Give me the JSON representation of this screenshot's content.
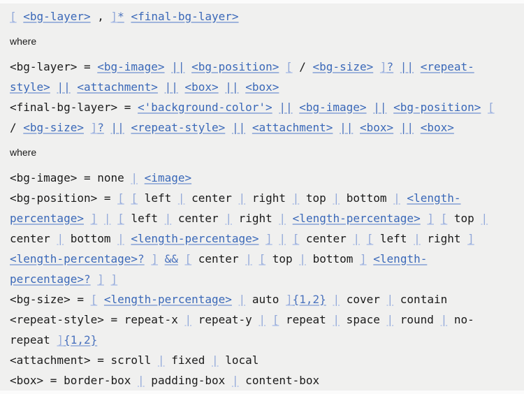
{
  "colors": {
    "page_background": "#f0f0ef",
    "plain_text": "#1a1a1a",
    "type_link": "#3a68b8",
    "multiplier_link": "#4a72bd",
    "bracket_link": "#93a9d9"
  },
  "sections": [
    {
      "kind": "code",
      "name": "top-syntax",
      "lines": [
        [
          [
            "s",
            "["
          ],
          [
            "t",
            " "
          ],
          [
            "a",
            "<bg-layer>"
          ],
          [
            "t",
            " , "
          ],
          [
            "s",
            "]"
          ],
          [
            "k",
            "*"
          ],
          [
            "t",
            " "
          ],
          [
            "a",
            "<final-bg-layer>"
          ]
        ]
      ]
    },
    {
      "kind": "where",
      "text": "where"
    },
    {
      "kind": "code",
      "name": "layer-definitions",
      "lines": [
        [
          [
            "t",
            "<bg-layer> = "
          ],
          [
            "a",
            "<bg-image>"
          ],
          [
            "t",
            " "
          ],
          [
            "k",
            "||"
          ],
          [
            "t",
            " "
          ],
          [
            "a",
            "<bg-position>"
          ],
          [
            "t",
            " "
          ],
          [
            "s",
            "["
          ],
          [
            "t",
            " / "
          ],
          [
            "a",
            "<bg-size>"
          ],
          [
            "t",
            " "
          ],
          [
            "s",
            "]"
          ],
          [
            "k",
            "?"
          ],
          [
            "t",
            " "
          ],
          [
            "k",
            "||"
          ],
          [
            "t",
            " "
          ],
          [
            "a",
            "<repeat-style>"
          ],
          [
            "t",
            " "
          ],
          [
            "k",
            "||"
          ],
          [
            "t",
            " "
          ],
          [
            "a",
            "<attachment>"
          ],
          [
            "t",
            " "
          ],
          [
            "k",
            "||"
          ],
          [
            "t",
            " "
          ],
          [
            "a",
            "<box>"
          ],
          [
            "t",
            " "
          ],
          [
            "k",
            "||"
          ],
          [
            "t",
            " "
          ],
          [
            "a",
            "<box>"
          ]
        ],
        [
          [
            "t",
            "<final-bg-layer> = "
          ],
          [
            "a",
            "<'background-color'>"
          ],
          [
            "t",
            " "
          ],
          [
            "k",
            "||"
          ],
          [
            "t",
            " "
          ],
          [
            "a",
            "<bg-image>"
          ],
          [
            "t",
            " "
          ],
          [
            "k",
            "||"
          ],
          [
            "t",
            " "
          ],
          [
            "a",
            "<bg-position>"
          ],
          [
            "t",
            " "
          ],
          [
            "s",
            "["
          ],
          [
            "t",
            " / "
          ],
          [
            "a",
            "<bg-size>"
          ],
          [
            "t",
            " "
          ],
          [
            "s",
            "]"
          ],
          [
            "k",
            "?"
          ],
          [
            "t",
            " "
          ],
          [
            "k",
            "||"
          ],
          [
            "t",
            " "
          ],
          [
            "a",
            "<repeat-style>"
          ],
          [
            "t",
            " "
          ],
          [
            "k",
            "||"
          ],
          [
            "t",
            " "
          ],
          [
            "a",
            "<attachment>"
          ],
          [
            "t",
            " "
          ],
          [
            "k",
            "||"
          ],
          [
            "t",
            " "
          ],
          [
            "a",
            "<box>"
          ],
          [
            "t",
            " "
          ],
          [
            "k",
            "||"
          ],
          [
            "t",
            " "
          ],
          [
            "a",
            "<box>"
          ]
        ]
      ]
    },
    {
      "kind": "where",
      "text": "where"
    },
    {
      "kind": "code",
      "name": "component-definitions",
      "lines": [
        [
          [
            "t",
            "<bg-image> = none "
          ],
          [
            "s",
            "|"
          ],
          [
            "t",
            " "
          ],
          [
            "a",
            "<image>"
          ]
        ],
        [
          [
            "t",
            "<bg-position> = "
          ],
          [
            "s",
            "["
          ],
          [
            "t",
            " "
          ],
          [
            "s",
            "["
          ],
          [
            "t",
            " left "
          ],
          [
            "s",
            "|"
          ],
          [
            "t",
            " center "
          ],
          [
            "s",
            "|"
          ],
          [
            "t",
            " right "
          ],
          [
            "s",
            "|"
          ],
          [
            "t",
            " top "
          ],
          [
            "s",
            "|"
          ],
          [
            "t",
            " bottom "
          ],
          [
            "s",
            "|"
          ],
          [
            "t",
            " "
          ],
          [
            "a",
            "<length-percentage>"
          ],
          [
            "t",
            " "
          ],
          [
            "s",
            "]"
          ],
          [
            "t",
            " "
          ],
          [
            "s",
            "|"
          ],
          [
            "t",
            " "
          ],
          [
            "s",
            "["
          ],
          [
            "t",
            " left "
          ],
          [
            "s",
            "|"
          ],
          [
            "t",
            " center "
          ],
          [
            "s",
            "|"
          ],
          [
            "t",
            " right "
          ],
          [
            "s",
            "|"
          ],
          [
            "t",
            " "
          ],
          [
            "a",
            "<length-percentage>"
          ],
          [
            "t",
            " "
          ],
          [
            "s",
            "]"
          ],
          [
            "t",
            " "
          ],
          [
            "s",
            "["
          ],
          [
            "t",
            " top "
          ],
          [
            "s",
            "|"
          ],
          [
            "t",
            " center "
          ],
          [
            "s",
            "|"
          ],
          [
            "t",
            " bottom "
          ],
          [
            "s",
            "|"
          ],
          [
            "t",
            " "
          ],
          [
            "a",
            "<length-percentage>"
          ],
          [
            "t",
            " "
          ],
          [
            "s",
            "]"
          ],
          [
            "t",
            " "
          ],
          [
            "s",
            "|"
          ],
          [
            "t",
            " "
          ],
          [
            "s",
            "["
          ],
          [
            "t",
            " center "
          ],
          [
            "s",
            "|"
          ],
          [
            "t",
            " "
          ],
          [
            "s",
            "["
          ],
          [
            "t",
            " left "
          ],
          [
            "s",
            "|"
          ],
          [
            "t",
            " right "
          ],
          [
            "s",
            "]"
          ],
          [
            "t",
            " "
          ],
          [
            "a",
            "<length-percentage>"
          ],
          [
            "k",
            "?"
          ],
          [
            "t",
            " "
          ],
          [
            "s",
            "]"
          ],
          [
            "t",
            " "
          ],
          [
            "k",
            "&&"
          ],
          [
            "t",
            " "
          ],
          [
            "s",
            "["
          ],
          [
            "t",
            " center "
          ],
          [
            "s",
            "|"
          ],
          [
            "t",
            " "
          ],
          [
            "s",
            "["
          ],
          [
            "t",
            " top "
          ],
          [
            "s",
            "|"
          ],
          [
            "t",
            " bottom "
          ],
          [
            "s",
            "]"
          ],
          [
            "t",
            " "
          ],
          [
            "a",
            "<length-percentage>"
          ],
          [
            "k",
            "?"
          ],
          [
            "t",
            " "
          ],
          [
            "s",
            "]"
          ],
          [
            "t",
            " "
          ],
          [
            "s",
            "]"
          ]
        ],
        [
          [
            "t",
            "<bg-size> = "
          ],
          [
            "s",
            "["
          ],
          [
            "t",
            " "
          ],
          [
            "a",
            "<length-percentage>"
          ],
          [
            "t",
            " "
          ],
          [
            "s",
            "|"
          ],
          [
            "t",
            " auto "
          ],
          [
            "s",
            "]"
          ],
          [
            "k",
            "{1,2}"
          ],
          [
            "t",
            " "
          ],
          [
            "s",
            "|"
          ],
          [
            "t",
            " cover "
          ],
          [
            "s",
            "|"
          ],
          [
            "t",
            " contain"
          ]
        ],
        [
          [
            "t",
            "<repeat-style> = repeat-x "
          ],
          [
            "s",
            "|"
          ],
          [
            "t",
            " repeat-y "
          ],
          [
            "s",
            "|"
          ],
          [
            "t",
            " "
          ],
          [
            "s",
            "["
          ],
          [
            "t",
            " repeat "
          ],
          [
            "s",
            "|"
          ],
          [
            "t",
            " space "
          ],
          [
            "s",
            "|"
          ],
          [
            "t",
            " round "
          ],
          [
            "s",
            "|"
          ],
          [
            "t",
            " no-repeat "
          ],
          [
            "s",
            "]"
          ],
          [
            "k",
            "{1,2}"
          ]
        ],
        [
          [
            "t",
            "<attachment> = scroll "
          ],
          [
            "s",
            "|"
          ],
          [
            "t",
            " fixed "
          ],
          [
            "s",
            "|"
          ],
          [
            "t",
            " local"
          ]
        ],
        [
          [
            "t",
            "<box> = border-box "
          ],
          [
            "s",
            "|"
          ],
          [
            "t",
            " padding-box "
          ],
          [
            "s",
            "|"
          ],
          [
            "t",
            " content-box"
          ]
        ]
      ]
    }
  ]
}
